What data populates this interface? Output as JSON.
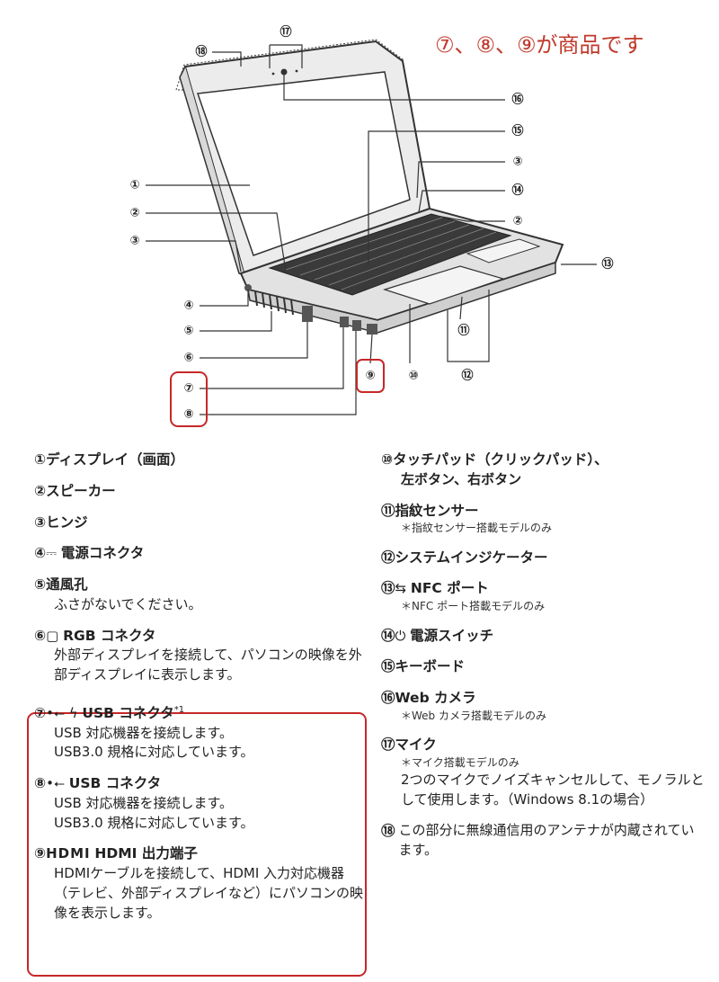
{
  "banner": "⑦、⑧、⑨が商品です",
  "callouts": {
    "c1": "①",
    "c2": "②",
    "c3": "③",
    "c4": "④",
    "c5": "⑤",
    "c6": "⑥",
    "c7": "⑦",
    "c8": "⑧",
    "c9": "⑨",
    "c10": "⑩",
    "c11": "⑪",
    "c12": "⑫",
    "c13": "⑬",
    "c14": "⑭",
    "c15": "⑮",
    "c16": "⑯",
    "c17": "⑰",
    "c18": "⑱"
  },
  "left_items": [
    {
      "num": "①",
      "title": "ディスプレイ（画面）"
    },
    {
      "num": "②",
      "title": "スピーカー"
    },
    {
      "num": "③",
      "title": "ヒンジ"
    },
    {
      "num": "④",
      "icon": "⎓",
      "title": "電源コネクタ"
    },
    {
      "num": "⑤",
      "title": "通風孔",
      "desc": "ふさがないでください。"
    },
    {
      "num": "⑥",
      "icon": "▢",
      "title": "RGB コネクタ",
      "desc": "外部ディスプレイを接続して、パソコンの映像を外部ディスプレイに表示します。"
    },
    {
      "num": "⑦",
      "icon": "•⭠ ϟ",
      "title": "USB コネクタ",
      "sup": "*1",
      "desc1": "USB 対応機器を接続します。",
      "desc2": "USB3.0 規格に対応しています。"
    },
    {
      "num": "⑧",
      "icon": "•⭠",
      "title": "USB コネクタ",
      "desc1": "USB 対応機器を接続します。",
      "desc2": "USB3.0 規格に対応しています。"
    },
    {
      "num": "⑨",
      "icon": "HDMI",
      "title": "HDMI 出力端子",
      "desc": "HDMIケーブルを接続して、HDMI 入力対応機器（テレビ、外部ディスプレイなど）にパソコンの映像を表示します。"
    }
  ],
  "right_items": [
    {
      "num": "⑩",
      "title": "タッチパッド（クリックパッド）、",
      "title2": "左ボタン、右ボタン"
    },
    {
      "num": "⑪",
      "title": "指紋センサー",
      "note": "＊指紋センサー搭載モデルのみ"
    },
    {
      "num": "⑫",
      "title": "システムインジケーター"
    },
    {
      "num": "⑬",
      "icon": "⇆",
      "title": "NFC ポート",
      "note": "＊NFC ポート搭載モデルのみ"
    },
    {
      "num": "⑭",
      "icon": "⏻",
      "title": "電源スイッチ"
    },
    {
      "num": "⑮",
      "title": "キーボード"
    },
    {
      "num": "⑯",
      "title": "Web カメラ",
      "note": "＊Web カメラ搭載モデルのみ"
    },
    {
      "num": "⑰",
      "title": "マイク",
      "note": "＊マイク搭載モデルのみ",
      "desc": "2つのマイクでノイズキャンセルして、モノラルとして使用します。（Windows 8.1の場合）"
    },
    {
      "num": "⑱",
      "desc": "この部分に無線通信用のアンテナが内蔵されています。"
    }
  ]
}
